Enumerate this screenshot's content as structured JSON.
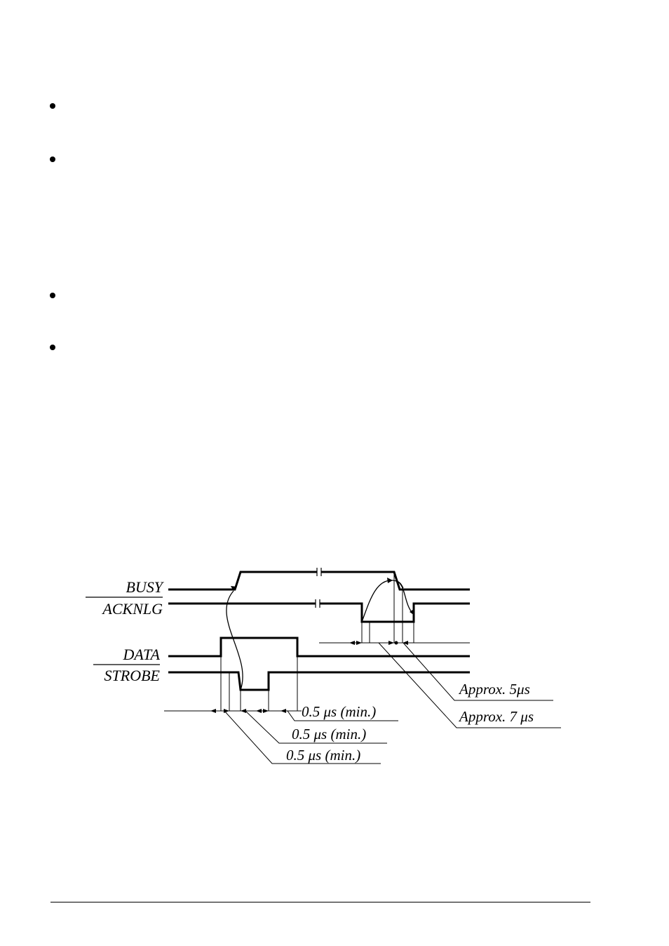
{
  "bullets": [
    {
      "id": "bullet-1"
    },
    {
      "id": "bullet-2"
    },
    {
      "id": "bullet-3"
    },
    {
      "id": "bullet-4"
    }
  ],
  "diagram": {
    "signals": {
      "busy": "BUSY",
      "acknlg": "ACKNLG",
      "data": "DATA",
      "strobe": "STROBE"
    },
    "annotations": {
      "t1": "0.5 μs (min.)",
      "t2": "0.5 μs (min.)",
      "t3": "0.5 μs (min.)",
      "approx5": "Approx. 5μs",
      "approx7": "Approx. 7 μs"
    }
  }
}
